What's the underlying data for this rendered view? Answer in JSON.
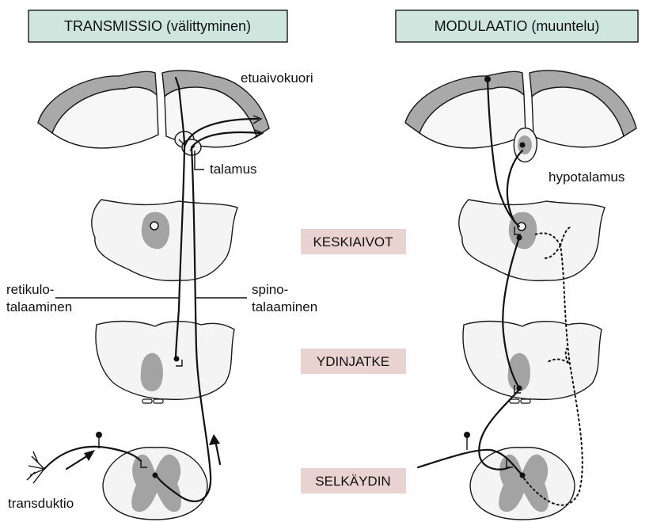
{
  "headers": {
    "left": "TRANSMISSIO (välittyminen)",
    "right": "MODULAATIO (muuntelu)"
  },
  "levels": {
    "midbrain": "KESKIAIVOT",
    "medulla": "YDINJATKE",
    "spinal_cord": "SELKÄYDIN"
  },
  "labels": {
    "cortex": "etuaivokuori",
    "thalamus": "talamus",
    "hypothalamus": "hypotalamus",
    "reticulo_line1": "retikulo-",
    "reticulo_line2": "talaaminen",
    "spino_line1": "spino-",
    "spino_line2": "talaaminen",
    "transduction": "transduktio"
  },
  "colors": {
    "header_fill": "#cfe6df",
    "level_fill": "#e8d3d0",
    "grey_matter": "#a3a3a3",
    "cortex_band": "#a9a9a9"
  }
}
